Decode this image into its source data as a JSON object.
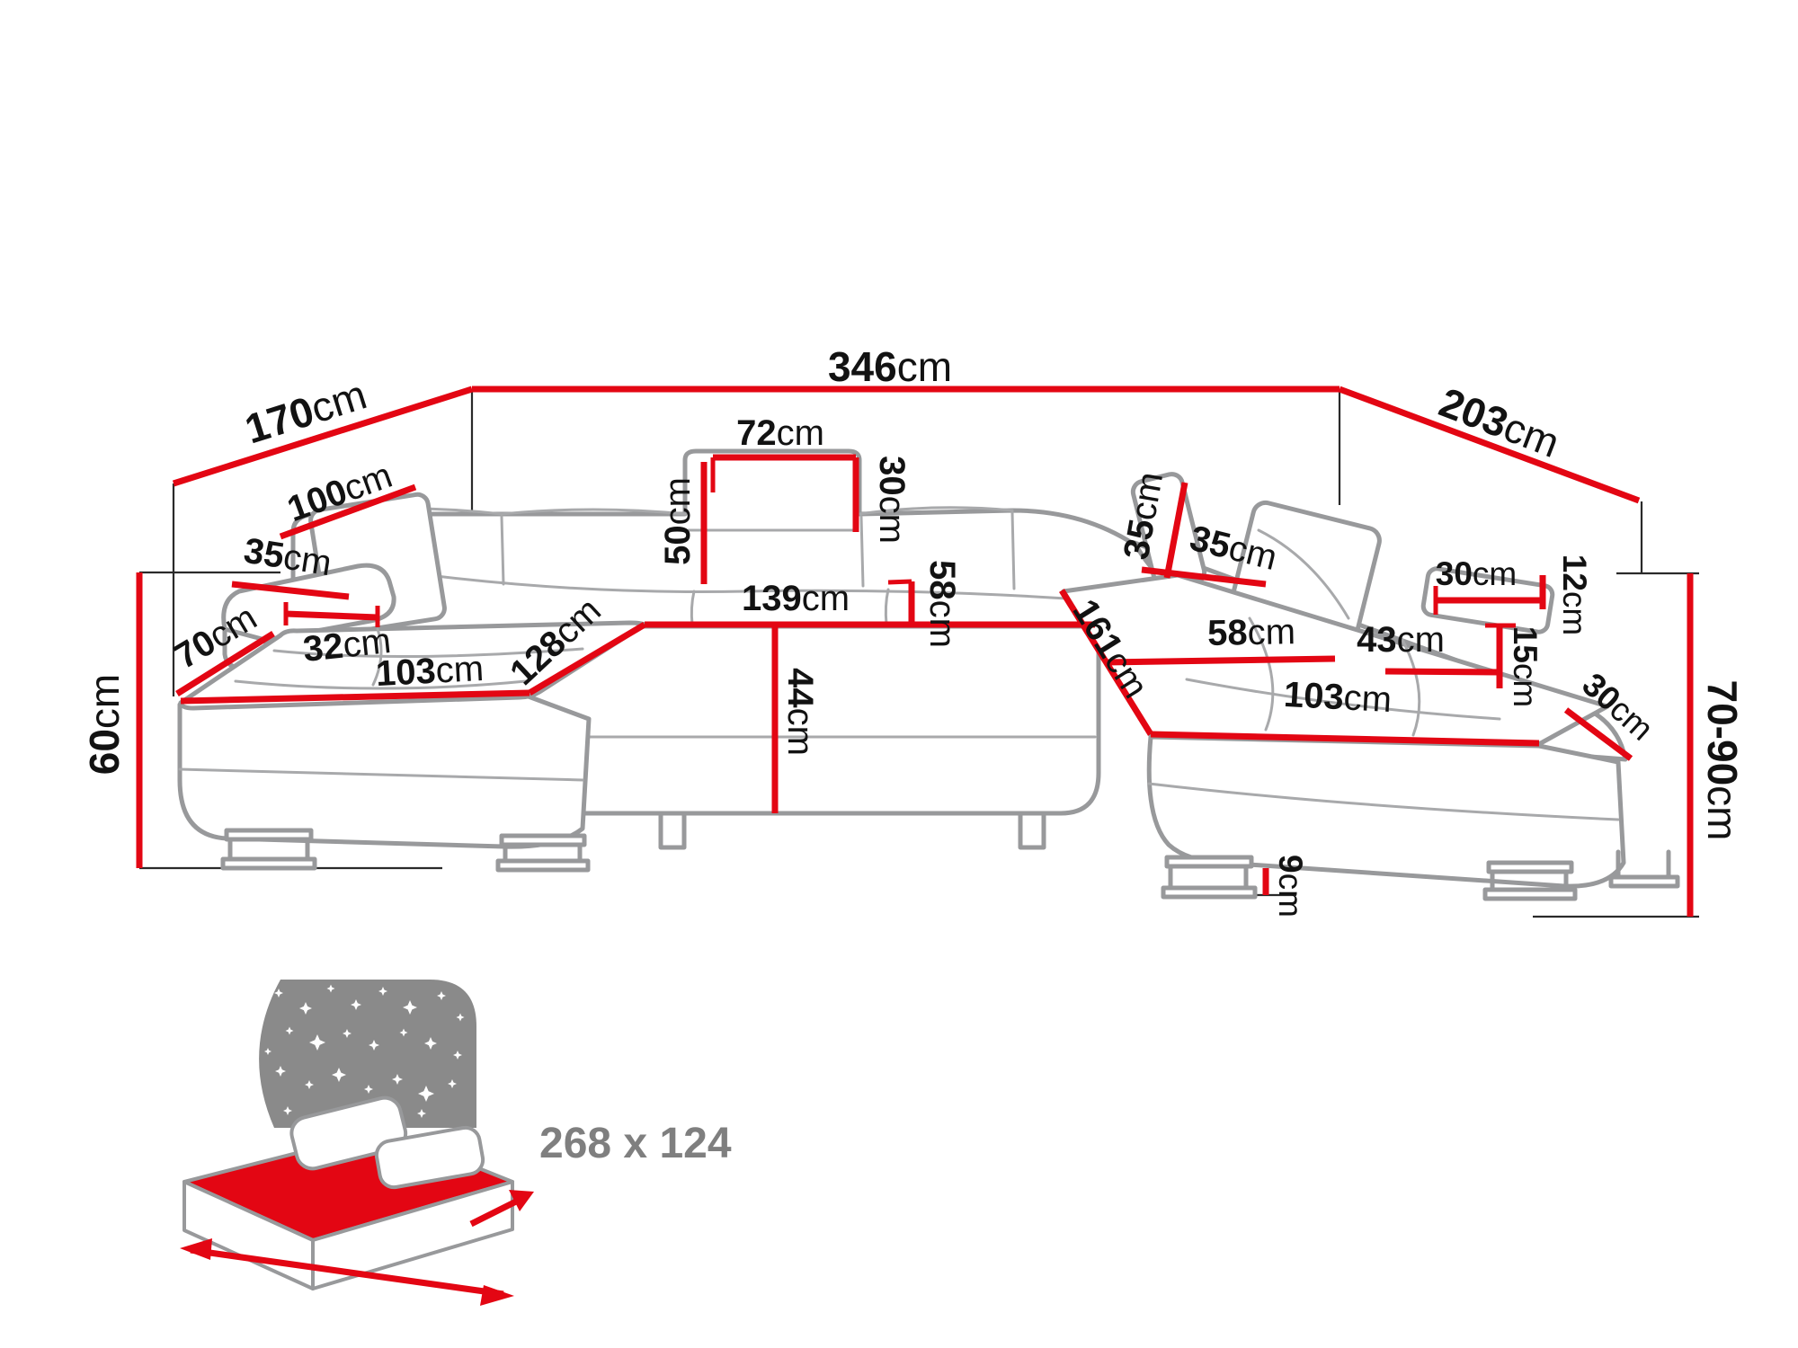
{
  "diagram_type": "sofa-dimensions",
  "colors": {
    "dimension_red": "#e30613",
    "sofa_outline_gray": "#98999b",
    "label_black": "#121212",
    "icon_gray": "#8a8a8a"
  },
  "dims": {
    "total_width": {
      "value": "346",
      "unit": "cm"
    },
    "left_depth": {
      "value": "170",
      "unit": "cm"
    },
    "right_depth": {
      "value": "203",
      "unit": "cm"
    },
    "left_armrest_length": {
      "value": "100",
      "unit": "cm"
    },
    "left_armrest_width": {
      "value": "35",
      "unit": "cm"
    },
    "left_armrest_front": {
      "value": "32",
      "unit": "cm"
    },
    "left_chaise_width": {
      "value": "70",
      "unit": "cm"
    },
    "left_chaise_length": {
      "value": "103",
      "unit": "cm"
    },
    "left_chaise_diagonal": {
      "value": "128",
      "unit": "cm"
    },
    "center_seat_width": {
      "value": "139",
      "unit": "cm"
    },
    "headrest_width": {
      "value": "72",
      "unit": "cm"
    },
    "headrest_height": {
      "value": "50",
      "unit": "cm"
    },
    "headrest_depth": {
      "value": "30",
      "unit": "cm"
    },
    "center_seat_depth": {
      "value": "58",
      "unit": "cm"
    },
    "seat_height": {
      "value": "44",
      "unit": "cm"
    },
    "right_back_cushion_height": {
      "value": "35",
      "unit": "cm"
    },
    "right_back_cushion_width": {
      "value": "35",
      "unit": "cm"
    },
    "right_chaise_inner_length": {
      "value": "161",
      "unit": "cm"
    },
    "right_seat_depth": {
      "value": "58",
      "unit": "cm"
    },
    "right_chaise_length": {
      "value": "103",
      "unit": "cm"
    },
    "right_armrest_length": {
      "value": "43",
      "unit": "cm"
    },
    "right_armrest_height": {
      "value": "15",
      "unit": "cm"
    },
    "right_headrest_width": {
      "value": "30",
      "unit": "cm"
    },
    "right_headrest_thickness": {
      "value": "12",
      "unit": "cm"
    },
    "right_corner_width": {
      "value": "30",
      "unit": "cm"
    },
    "overall_height_right": {
      "value": "70-90",
      "unit": "cm"
    },
    "overall_height_left": {
      "value": "60",
      "unit": "cm"
    },
    "leg_height": {
      "value": "9",
      "unit": "cm"
    }
  },
  "bed": {
    "size_label": "268 x 124"
  }
}
